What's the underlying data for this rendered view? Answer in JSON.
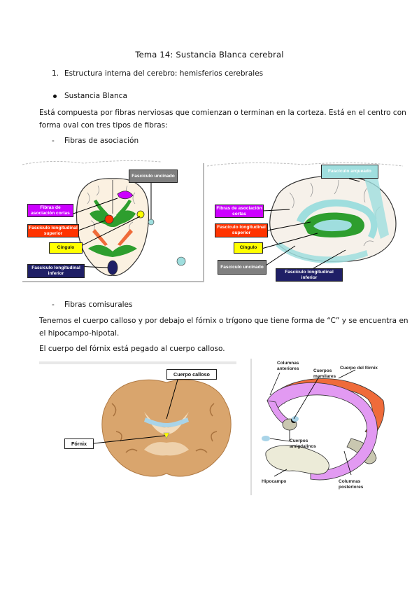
{
  "title": "Tema 14: Sustancia Blanca cerebral",
  "item1": "1.",
  "heading1": "Estructura interna del cerebro: hemisferios cerebrales",
  "bullet_heading": "Sustancia Blanca",
  "para1_line1": "Está compuesta por fibras nerviosas que comienzan o terminan en la corteza. Está en el centro con",
  "para1_line2": "forma oval con tres tipos de fibras:",
  "dash": "-",
  "sub1": "Fibras de asociación",
  "sub2": "Fibras comisurales",
  "para2_line1": "Tenemos el cuerpo calloso y por debajo el fórnix o trígono que tiene forma de “C” y se encuentra en",
  "para2_line2": "el hipocampo-hipotal.",
  "para3": "El cuerpo del fórnix está pegado al cuerpo calloso.",
  "fig1": {
    "uncinado": "Fascículo uncinado",
    "cortas": "Fibras de asociación cortas",
    "long_sup": "Fascículo longitudinal superior",
    "cingulo": "Cíngulo",
    "long_inf": "Fascículo longitudinal inferior"
  },
  "fig2": {
    "arqueado": "Fascículo arqueado",
    "cortas": "Fibras de asociación cortas",
    "long_sup": "Fascículo longitudinal superior",
    "cingulo": "Cíngulo",
    "uncinado": "Fascículo uncinado",
    "long_inf": "Fascículo longitudinal inferior"
  },
  "fig3": {
    "cuerpo_calloso": "Cuerpo calloso",
    "fornix": "Fórnix"
  },
  "fig4": {
    "columnas_anteriores": "Columnas anteriores",
    "cuerpos_mamilares": "Cuerpos mamilares",
    "cuerpo_fornix": "Cuerpo del fórnix",
    "cuerpos_amigdalinos": "Cuerpos amigdalinos",
    "hipocampo": "Hipocampo",
    "columnas_posteriores": "Columnas posteriores"
  },
  "colors": {
    "purple": "#cc00ff",
    "red": "#ff3300",
    "yellow": "#ffff00",
    "navy": "#1f1f66",
    "teal": "#9fdede",
    "gray": "#808080",
    "green": "#2e9e2e",
    "orange": "#ef4b1f",
    "fornix_pink": "#e29af2"
  }
}
